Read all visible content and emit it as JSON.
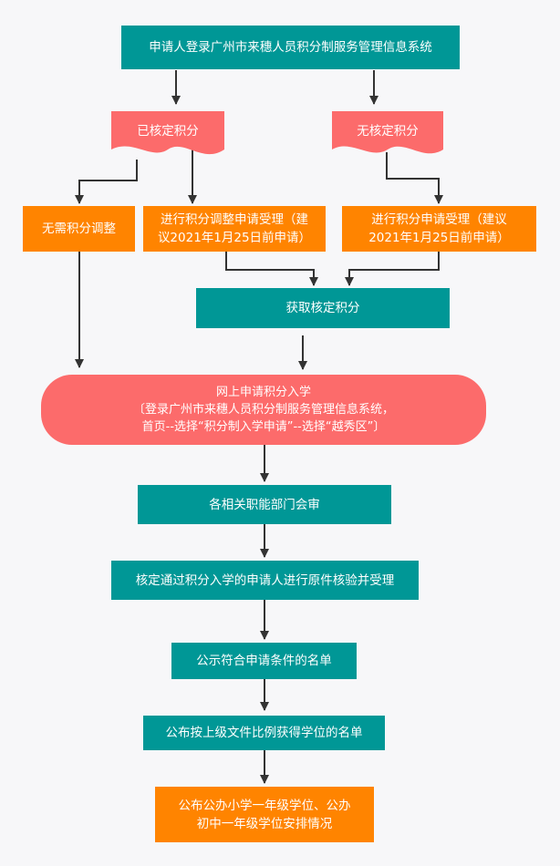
{
  "nodes": {
    "login": "申请人登录广州市来穗人员积分制服务管理信息系统",
    "has_points": "已核定积分",
    "no_points": "无核定积分",
    "no_adjust": "无需积分调整",
    "adjust_apply": "进行积分调整申请受理（建\n议2021年1月25日前申请）",
    "points_apply": "进行积分申请受理（建议\n2021年1月25日前申请）",
    "get_points": "获取核定积分",
    "online_apply": "网上申请积分入学\n〔登录广州市来穗人员积分制服务管理信息系统，\n首页--选择“积分制入学申请”--选择“越秀区”〕",
    "dept_review": "各相关职能部门会审",
    "verify": "核定通过积分入学的申请人进行原件核验并受理",
    "publish_list": "公示符合申请条件的名单",
    "publish_quota": "公布按上级文件比例获得学位的名单",
    "publish_arrange": "公布公办小学一年级学位、公办\n初中一年级学位安排情况"
  },
  "colors": {
    "teal": "#009796",
    "orange": "#ff8400",
    "red": "#fc6b6b",
    "arrow": "#333333"
  }
}
